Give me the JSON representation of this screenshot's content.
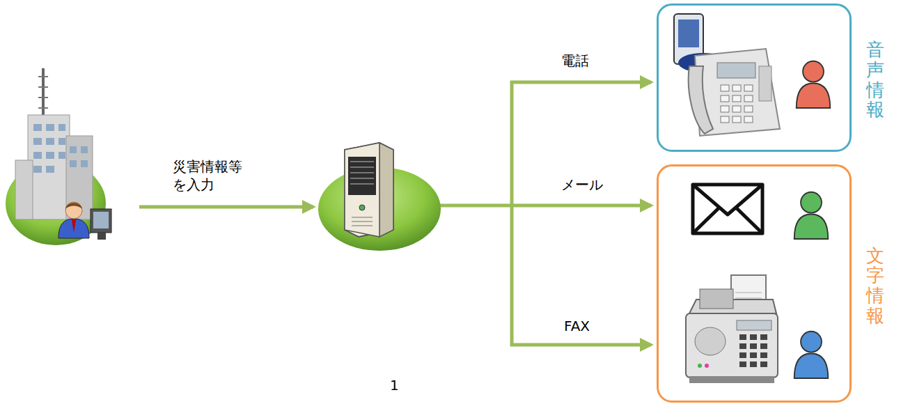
{
  "diagram": {
    "nodes": [
      {
        "text": [
          "音声情報"
        ]
      },
      {
        "text": [
          "文字情報"
        ]
      }
    ],
    "labels": [
      "災害情報等を入力",
      "電話",
      "メール",
      "FAX",
      "1"
    ]
  }
}
